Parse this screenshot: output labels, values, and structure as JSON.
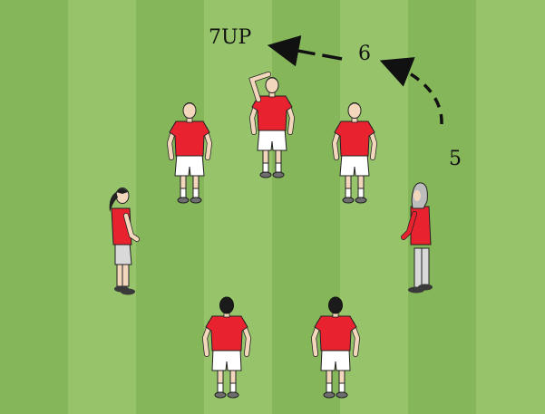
{
  "diagram": {
    "labels": {
      "call_out": "7UP",
      "count_6": "6",
      "count_5": "5"
    },
    "colors": {
      "pitch_light": "#97c46b",
      "pitch_dark": "#86b65a",
      "jersey": "#e8232f",
      "shorts": "#ffffff",
      "skin": "#f3d7bd",
      "hair": "#222222",
      "arrow": "#111111"
    },
    "players": [
      {
        "id": "player-1",
        "pose": "hand-on-head"
      },
      {
        "id": "player-2",
        "pose": "standing"
      },
      {
        "id": "player-3",
        "pose": "standing"
      },
      {
        "id": "player-4",
        "pose": "side-ponytail"
      },
      {
        "id": "player-5",
        "pose": "side-headscarf"
      },
      {
        "id": "player-6",
        "pose": "back-view"
      },
      {
        "id": "player-7",
        "pose": "back-view"
      }
    ]
  }
}
